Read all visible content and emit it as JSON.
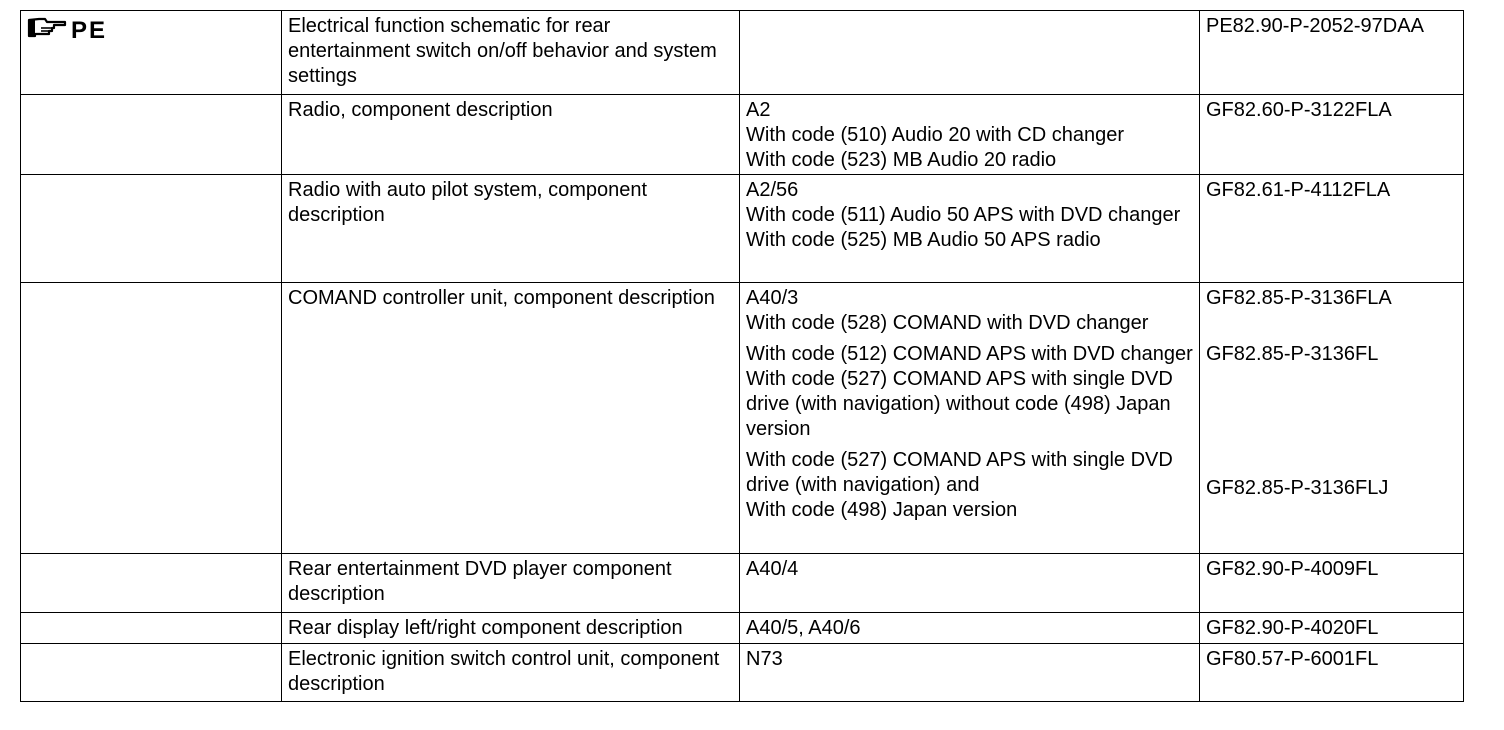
{
  "header_mark": {
    "icon": "pointing-hand-icon",
    "text": "PE"
  },
  "rows": [
    {
      "desc": "Electrical function schematic for rear entertainment switch on/off behavior and system settings",
      "detail": [],
      "refs": [
        "PE82.90-P-2052-97DAA"
      ]
    },
    {
      "desc": "Radio, component description",
      "detail": [
        "A2",
        "With code (510) Audio 20 with CD changer",
        "With code (523) MB Audio 20 radio"
      ],
      "refs": [
        "GF82.60-P-3122FLA"
      ]
    },
    {
      "desc": "Radio with auto pilot system, component description",
      "detail": [
        "A2/56",
        "With code (511) Audio 50 APS with DVD changer",
        "With code (525) MB Audio 50 APS radio"
      ],
      "refs": [
        "GF82.61-P-4112FLA"
      ]
    },
    {
      "desc": "COMAND controller unit, component description",
      "detail": [
        "A40/3",
        "With code (528) COMAND with DVD changer",
        "With code (512) COMAND APS with DVD changer",
        "With code (527) COMAND APS with single DVD drive (with navigation) without code (498) Japan version",
        "With code (527) COMAND APS with single DVD drive (with navigation) and",
        "With code (498) Japan version"
      ],
      "refs": [
        "GF82.85-P-3136FLA",
        "GF82.85-P-3136FL",
        "GF82.85-P-3136FLJ"
      ]
    },
    {
      "desc": "Rear entertainment DVD player component description",
      "detail": [
        "A40/4"
      ],
      "refs": [
        "GF82.90-P-4009FL"
      ]
    },
    {
      "desc": "Rear display left/right component description",
      "detail": [
        "A40/5, A40/6"
      ],
      "refs": [
        "GF82.90-P-4020FL"
      ]
    },
    {
      "desc": "Electronic ignition switch control unit, component description",
      "detail": [
        "N73"
      ],
      "refs": [
        "GF80.57-P-6001FL"
      ]
    }
  ]
}
